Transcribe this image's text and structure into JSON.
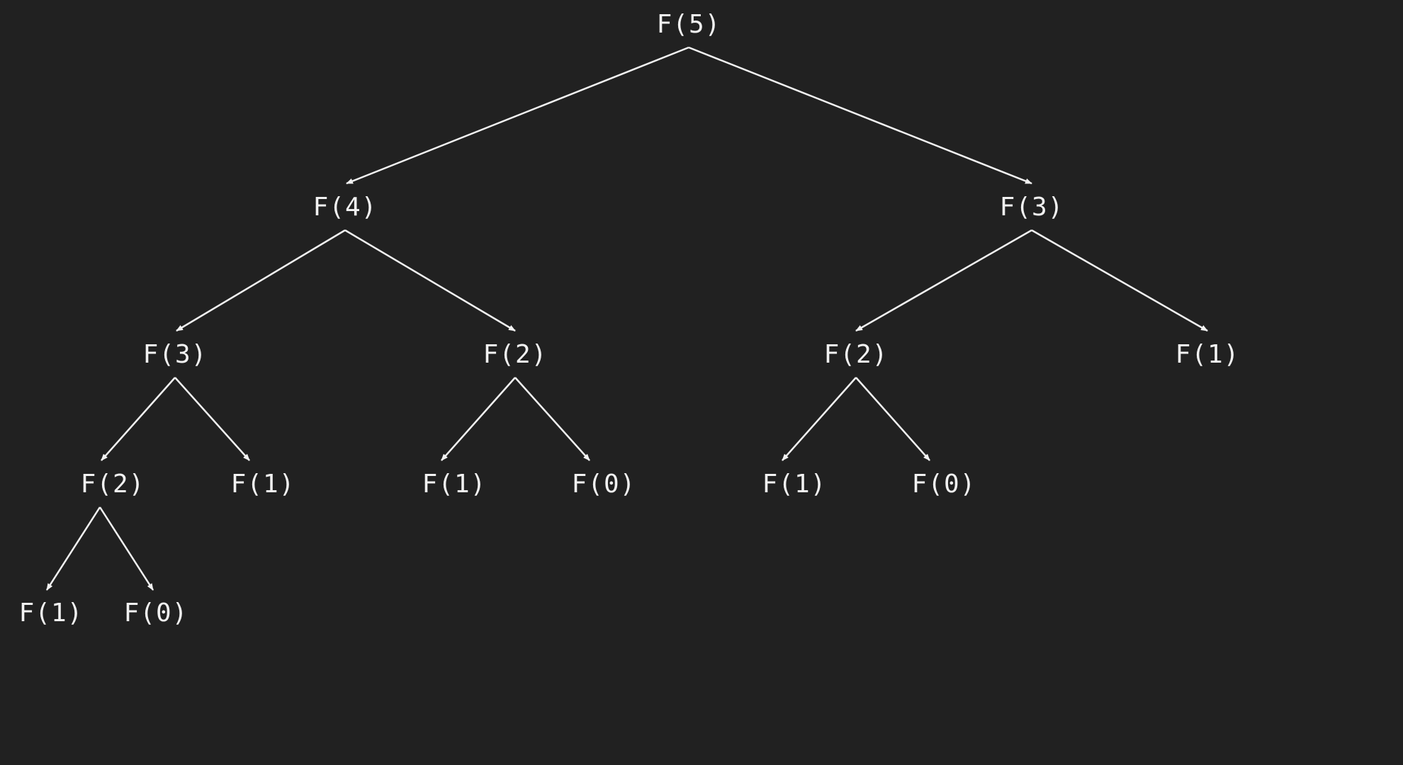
{
  "diagram": {
    "type": "recursion-tree",
    "colors": {
      "background": "#212121",
      "text": "#f2f2f2",
      "edge": "#f2f2f2"
    },
    "nodes": [
      {
        "id": "n0",
        "label": "F(5)"
      },
      {
        "id": "n1",
        "label": "F(4)"
      },
      {
        "id": "n2",
        "label": "F(3)"
      },
      {
        "id": "n3",
        "label": "F(3)"
      },
      {
        "id": "n4",
        "label": "F(2)"
      },
      {
        "id": "n5",
        "label": "F(2)"
      },
      {
        "id": "n6",
        "label": "F(1)"
      },
      {
        "id": "n7",
        "label": "F(2)"
      },
      {
        "id": "n8",
        "label": "F(1)"
      },
      {
        "id": "n9",
        "label": "F(1)"
      },
      {
        "id": "n10",
        "label": "F(0)"
      },
      {
        "id": "n11",
        "label": "F(1)"
      },
      {
        "id": "n12",
        "label": "F(0)"
      },
      {
        "id": "n13",
        "label": "F(1)"
      },
      {
        "id": "n14",
        "label": "F(0)"
      }
    ],
    "edges": [
      {
        "from": "n0",
        "to": "n1"
      },
      {
        "from": "n0",
        "to": "n2"
      },
      {
        "from": "n1",
        "to": "n3"
      },
      {
        "from": "n1",
        "to": "n4"
      },
      {
        "from": "n2",
        "to": "n5"
      },
      {
        "from": "n2",
        "to": "n6"
      },
      {
        "from": "n3",
        "to": "n7"
      },
      {
        "from": "n3",
        "to": "n8"
      },
      {
        "from": "n4",
        "to": "n9"
      },
      {
        "from": "n4",
        "to": "n10"
      },
      {
        "from": "n5",
        "to": "n11"
      },
      {
        "from": "n5",
        "to": "n12"
      },
      {
        "from": "n7",
        "to": "n13"
      },
      {
        "from": "n7",
        "to": "n14"
      }
    ]
  }
}
